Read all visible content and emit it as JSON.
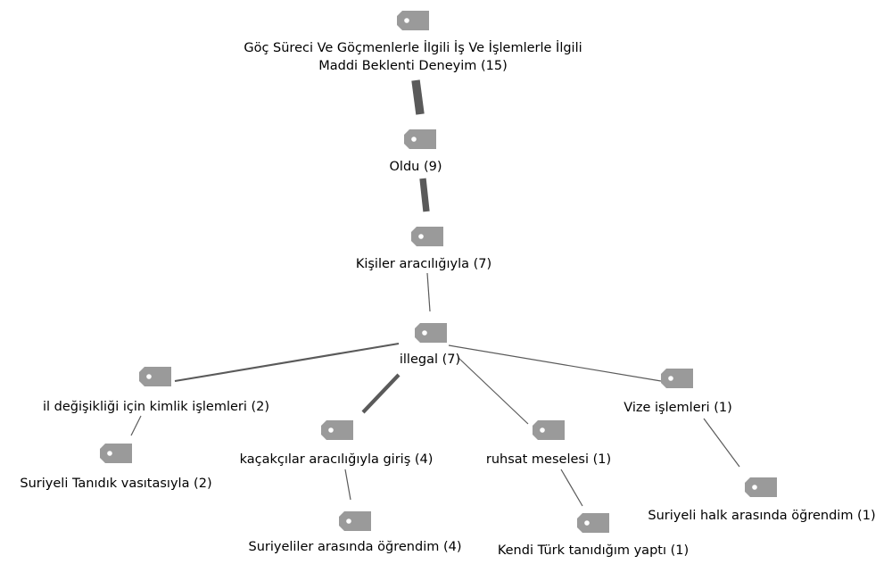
{
  "colors": {
    "tag": "#9a9a9a",
    "tag_hole": "#ffffff",
    "edge": "#5a5a5a",
    "text": "#000000"
  },
  "nodes": [
    {
      "id": "n1",
      "label_lines": [
        "Göç Süreci Ve Göçmenlerle İlgili İş Ve İşlemlerle İlgili",
        "Maddi Beklenti Deneyim (15)"
      ]
    },
    {
      "id": "n2",
      "label_lines": [
        "Oldu (9)"
      ]
    },
    {
      "id": "n3",
      "label_lines": [
        "Kişiler aracılığıyla (7)"
      ]
    },
    {
      "id": "n4",
      "label_lines": [
        "illegal (7)"
      ]
    },
    {
      "id": "n5",
      "label_lines": [
        "il değişikliği için kimlik işlemleri (2)"
      ]
    },
    {
      "id": "n6",
      "label_lines": [
        "Suriyeli Tanıdık vasıtasıyla (2)"
      ]
    },
    {
      "id": "n7",
      "label_lines": [
        "kaçakçılar aracılığıyla giriş (4)"
      ]
    },
    {
      "id": "n8",
      "label_lines": [
        "Suriyeliler arasında öğrendim (4)"
      ]
    },
    {
      "id": "n9",
      "label_lines": [
        "ruhsat meselesi (1)"
      ]
    },
    {
      "id": "n10",
      "label_lines": [
        "Kendi Türk tanıdığım yaptı (1)"
      ]
    },
    {
      "id": "n11",
      "label_lines": [
        "Vize işlemleri (1)"
      ]
    },
    {
      "id": "n12",
      "label_lines": [
        "Suriyeli halk arasında öğrendim (1)"
      ]
    }
  ],
  "edges": [
    {
      "from": "n1",
      "to": "n2",
      "weight": 9
    },
    {
      "from": "n2",
      "to": "n3",
      "weight": 7
    },
    {
      "from": "n3",
      "to": "n4",
      "weight": 1
    },
    {
      "from": "n4",
      "to": "n5",
      "weight": 2
    },
    {
      "from": "n5",
      "to": "n6",
      "weight": 1
    },
    {
      "from": "n4",
      "to": "n7",
      "weight": 4
    },
    {
      "from": "n7",
      "to": "n8",
      "weight": 1
    },
    {
      "from": "n4",
      "to": "n9",
      "weight": 1
    },
    {
      "from": "n9",
      "to": "n10",
      "weight": 1
    },
    {
      "from": "n4",
      "to": "n11",
      "weight": 1
    },
    {
      "from": "n11",
      "to": "n12",
      "weight": 1
    }
  ]
}
